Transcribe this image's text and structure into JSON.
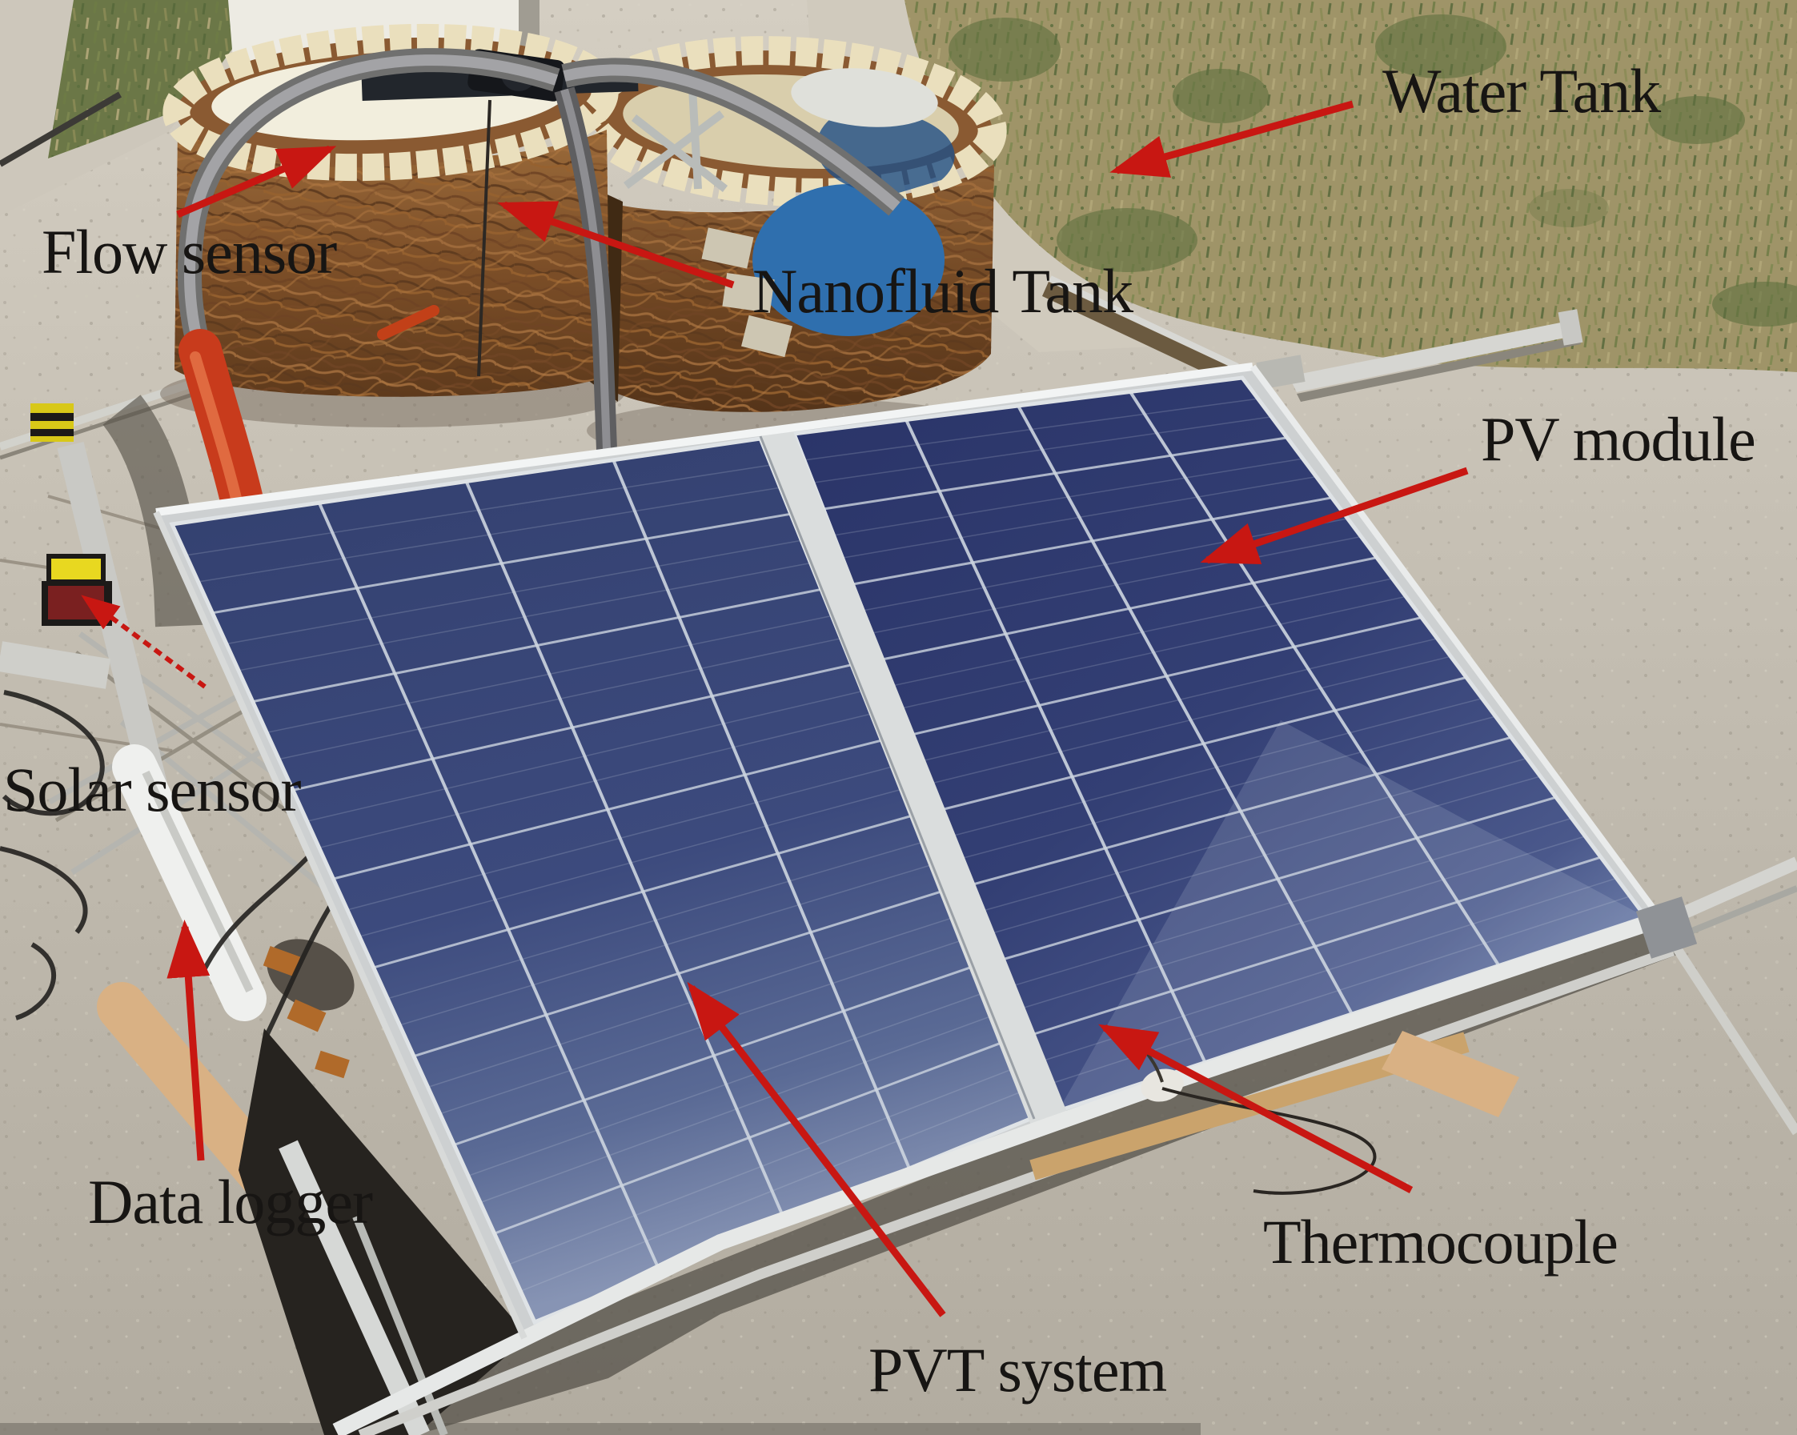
{
  "figure": {
    "type": "annotated-photograph",
    "description": "Outdoor experimental photovoltaic-thermal (PVT) test rig: two insulation-wrapped storage tanks behind a two-module tilted PV array on aluminum framing, with instrumentation on the left and red annotation arrows labelling each component.",
    "annotations": [
      {
        "id": "water-tank",
        "text": "Water Tank"
      },
      {
        "id": "flow-sensor",
        "text": "Flow sensor"
      },
      {
        "id": "nanofluid-tank",
        "text": "Nanofluid Tank"
      },
      {
        "id": "pv-module",
        "text": "PV module"
      },
      {
        "id": "solar-sensor",
        "text": "Solar sensor"
      },
      {
        "id": "data-logger",
        "text": "Data logger"
      },
      {
        "id": "thermocouple",
        "text": "Thermocouple"
      },
      {
        "id": "pvt-system",
        "text": "PVT system"
      }
    ],
    "scene_objects": [
      "water tank wrapped in coconut-fiber insulation with blue barrel inside",
      "nanofluid tank wrapped in coconut-fiber insulation with white foam lid",
      "black flow sensor on tank lid",
      "gray corrugated hoses",
      "red insulated hose",
      "two blue polycrystalline PV modules in silver frames",
      "yellow solar irradiance sensor",
      "white insulated data-logger tube and wooden plank",
      "aluminum support rails and struts",
      "thermocouple wire at panel corner",
      "concrete ground and dry grass"
    ],
    "colors": {
      "annotation_arrow": "#c81712",
      "annotation_text": "#171513",
      "panel_blue": "#2e3c72",
      "frame_silver": "#d6d8d8",
      "tank_fiber_brown": "#8a5a32",
      "tank_rim_cream": "#eadfbd",
      "water_bucket_blue": "#2f6fae",
      "red_hose": "#c83b1c",
      "gray_hose": "#8e8e92",
      "concrete": "#bfb9ad",
      "grass": "#9f9468",
      "wood": "#d9b184",
      "sensor_yellow": "#e8d820"
    }
  }
}
